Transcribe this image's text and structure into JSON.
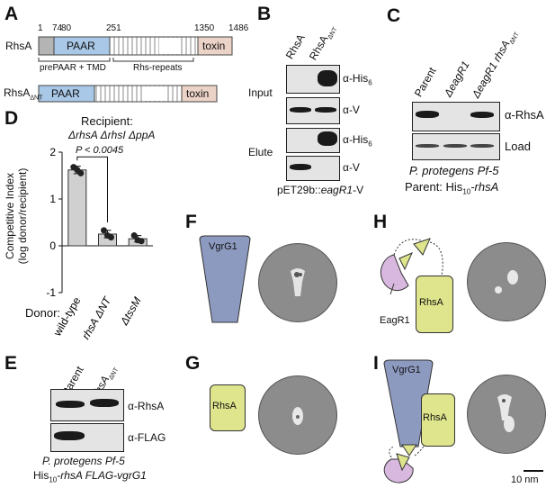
{
  "panels": [
    "A",
    "B",
    "C",
    "D",
    "E",
    "F",
    "G",
    "H",
    "I"
  ],
  "A": {
    "rhsA_label": "RhsA",
    "rhsA_ntlabel_main": "RhsA",
    "rhsA_ntlabel_sub": "ΔNT",
    "positions": [
      "1",
      "74",
      "80",
      "251",
      "1350",
      "1486"
    ],
    "paar": "PAAR",
    "toxin": "toxin",
    "prepaar": "prePAAR + TMD",
    "repeats": "Rhs-repeats"
  },
  "B": {
    "col1": "RhsA",
    "col2_main": "RhsA",
    "col2_sub": "ΔNT",
    "input": "Input",
    "elute": "Elute",
    "his": "α-His",
    "his_sub": "6",
    "v": "α-V",
    "footer_pre": "pET29b::",
    "footer_gene": "eagR1",
    "footer_post": "-V"
  },
  "C": {
    "cols": [
      "Parent",
      "ΔeagR1",
      "ΔeagR1 rhsA"
    ],
    "col3_sub": "ΔNT",
    "rhsA": "α-RhsA",
    "load": "Load",
    "footer1": "P. protegens Pf-5",
    "footer2_pre": "Parent: His",
    "footer2_sub": "10",
    "footer2_post": "-rhsA"
  },
  "D": {
    "title": "Recipient:",
    "genotype": "ΔrhsA ΔrhsI ΔppA",
    "pvalue": "P < 0.0045",
    "ylabel1": "Competitive Index",
    "ylabel2": "(log donor/recipient)",
    "donor": "Donor:",
    "ticks": [
      "2",
      "1",
      "0",
      "-1"
    ]
  },
  "chart_data": {
    "type": "bar",
    "categories": [
      "wild-type",
      "rhsA ΔNT",
      "ΔtssM"
    ],
    "values": [
      1.62,
      0.25,
      0.15
    ],
    "errors": [
      0.08,
      0.08,
      0.07
    ],
    "points": [
      [
        1.68,
        1.62,
        1.55
      ],
      [
        0.33,
        0.22,
        0.18
      ],
      [
        0.22,
        0.12,
        0.1
      ]
    ],
    "ylim": [
      -1,
      2
    ],
    "xlabel": "Donor:",
    "ylabel": "Competitive Index (log donor/recipient)"
  },
  "E": {
    "cols": [
      "Parent",
      "rhsA"
    ],
    "col2_sub": "ΔNT",
    "rhsA": "α-RhsA",
    "flag": "α-FLAG",
    "footer1": "P. protegens Pf-5",
    "footer2_pre": "His",
    "footer2_sub": "10",
    "footer2_mid": "-rhsA FLAG-",
    "footer2_gene": "vgrG1"
  },
  "F": {
    "vgrg": "VgrG1"
  },
  "G": {
    "rhsa": "RhsA"
  },
  "H": {
    "rhsa": "RhsA",
    "eagr1": "EagR1"
  },
  "I": {
    "vgrg": "VgrG1",
    "rhsa": "RhsA",
    "scale": "10 nm"
  },
  "colors": {
    "paar": "#a9c7e6",
    "toxin": "#ecd3c8",
    "vgrg": "#8d9ac0",
    "rhsa": "#dfe58c",
    "eagr1": "#d8b8df"
  }
}
